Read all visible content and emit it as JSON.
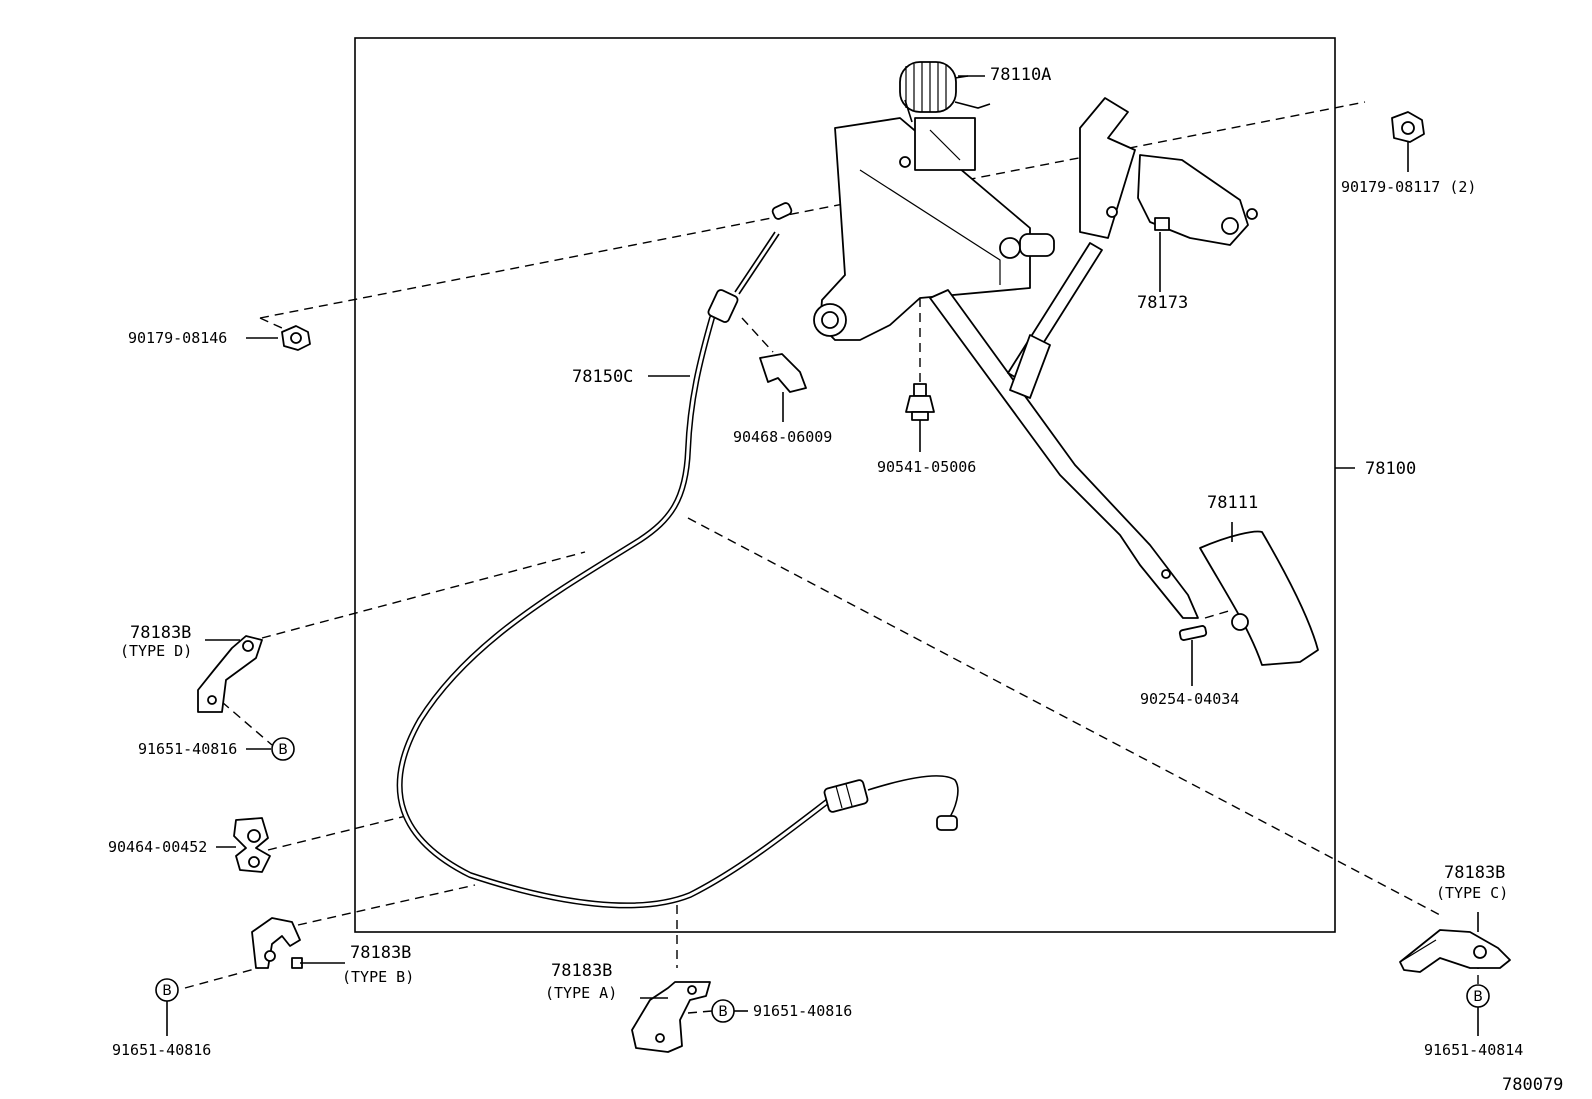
{
  "labels": {
    "p78110A": "78110A",
    "p78173": "78173",
    "p78100": "78100",
    "p78150C": "78150C",
    "p78111": "78111",
    "p90179_08117": "90179-08117 (2)",
    "p90179_08146": "90179-08146",
    "p90468_06009": "90468-06009",
    "p90541_05006": "90541-05006",
    "p90254_04034": "90254-04034",
    "p78183B_D": "78183B",
    "p78183B_D_type": "(TYPE D)",
    "p91651_40816_a": "91651-40816",
    "p90464_00452": "90464-00452",
    "p78183B_B": "78183B",
    "p78183B_B_type": "(TYPE B)",
    "p91651_40816_b": "91651-40816",
    "p78183B_A": "78183B",
    "p78183B_A_type": "(TYPE A)",
    "p91651_40816_c": "91651-40816",
    "p78183B_C": "78183B",
    "p78183B_C_type": "(TYPE C)",
    "p91651_40814": "91651-40814",
    "figure_no": "780079"
  },
  "markers": {
    "b": "B"
  }
}
